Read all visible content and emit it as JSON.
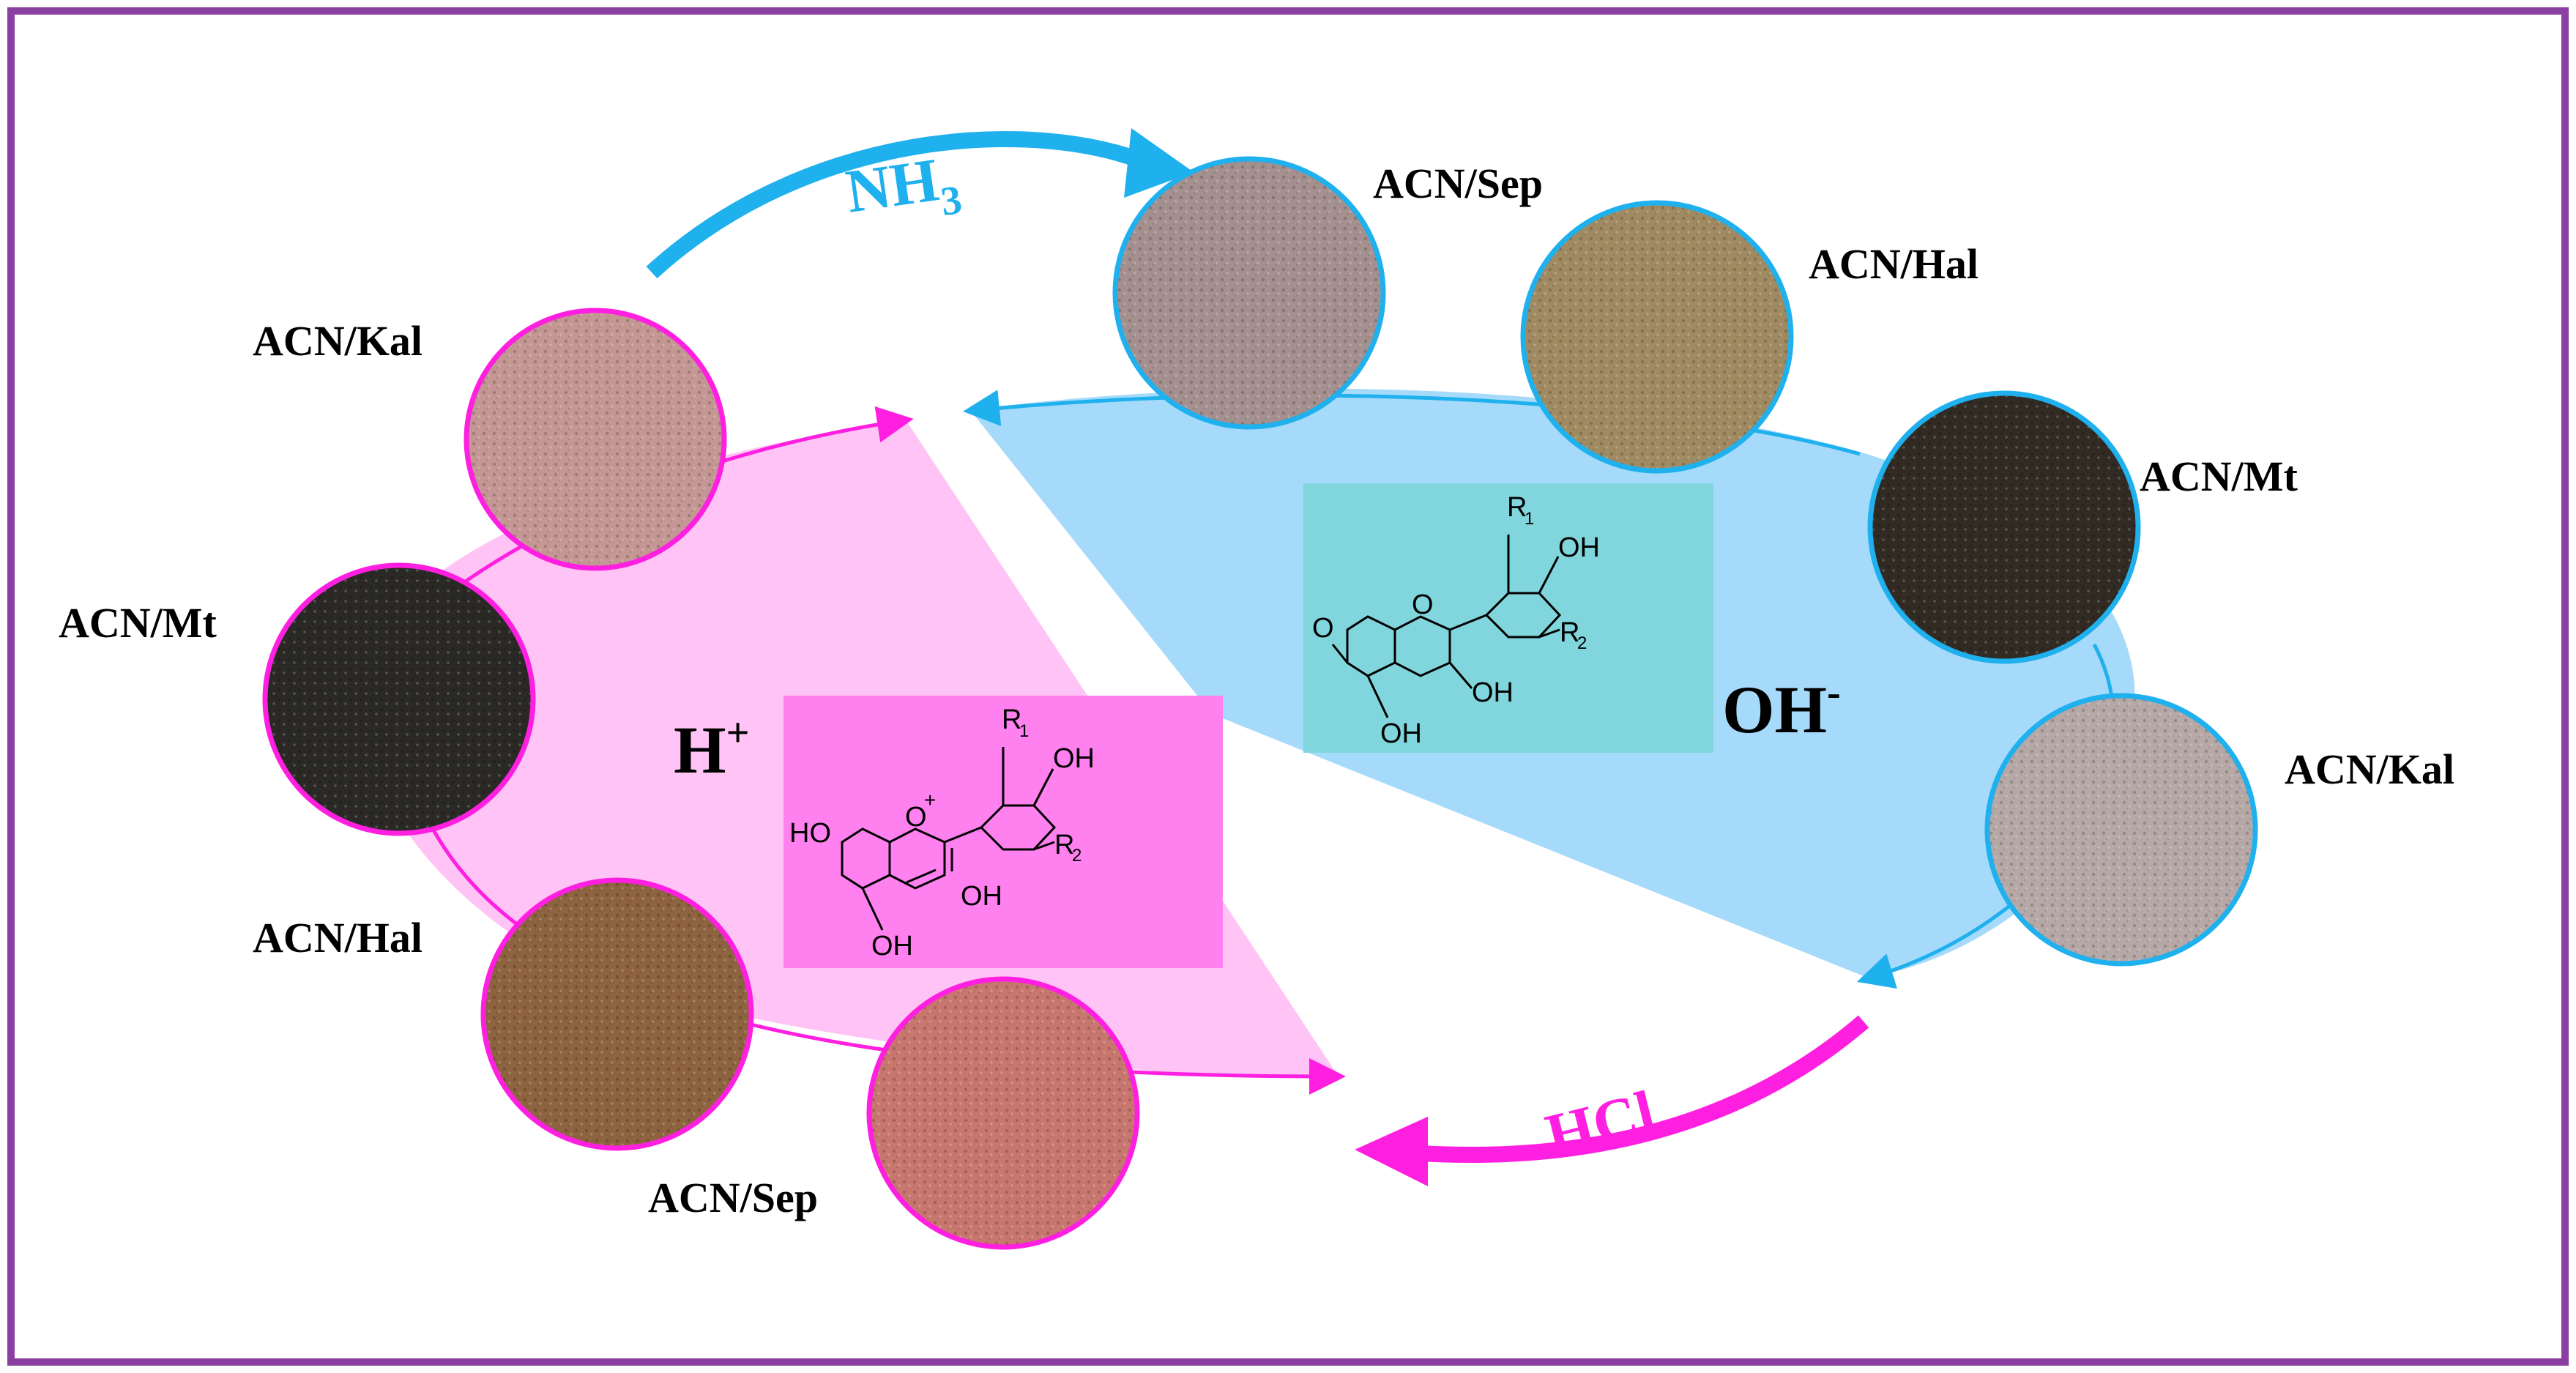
{
  "reagents": {
    "base": "NH",
    "base_sub": "3",
    "acid": "HCl"
  },
  "ions": {
    "acidic": "H",
    "acidic_sup": "+",
    "basic": "OH",
    "basic_sup": "-"
  },
  "acidic_samples": [
    {
      "label": "ACN/Kal",
      "color": "#c49694"
    },
    {
      "label": "ACN/Mt",
      "color": "#2a2926"
    },
    {
      "label": "ACN/Hal",
      "color": "#8d6340"
    },
    {
      "label": "ACN/Sep",
      "color": "#c8776f"
    }
  ],
  "basic_samples": [
    {
      "label": "ACN/Sep",
      "color": "#a4908f"
    },
    {
      "label": "ACN/Hal",
      "color": "#a08a62"
    },
    {
      "label": "ACN/Mt",
      "color": "#312b24"
    },
    {
      "label": "ACN/Kal",
      "color": "#b5a8a6"
    }
  ],
  "flavylium_structure": {
    "substituents": [
      "HO",
      "O",
      "+",
      "R",
      "1",
      "OH",
      "R",
      "2",
      "OH",
      "OH"
    ]
  },
  "quinoidal_structure": {
    "substituents": [
      "O",
      "O",
      "R",
      "1",
      "OH",
      "R",
      "2",
      "OH",
      "OH"
    ]
  },
  "colors": {
    "frame": "#8b3fa0",
    "acid_magenta": "#ff1fe0",
    "base_cyan": "#1fb0ee",
    "acid_fill": "#ffc4f5",
    "base_fill": "#a6dafa",
    "acid_struct_bg": "#ff80ef",
    "base_struct_bg": "#80d6dc"
  }
}
